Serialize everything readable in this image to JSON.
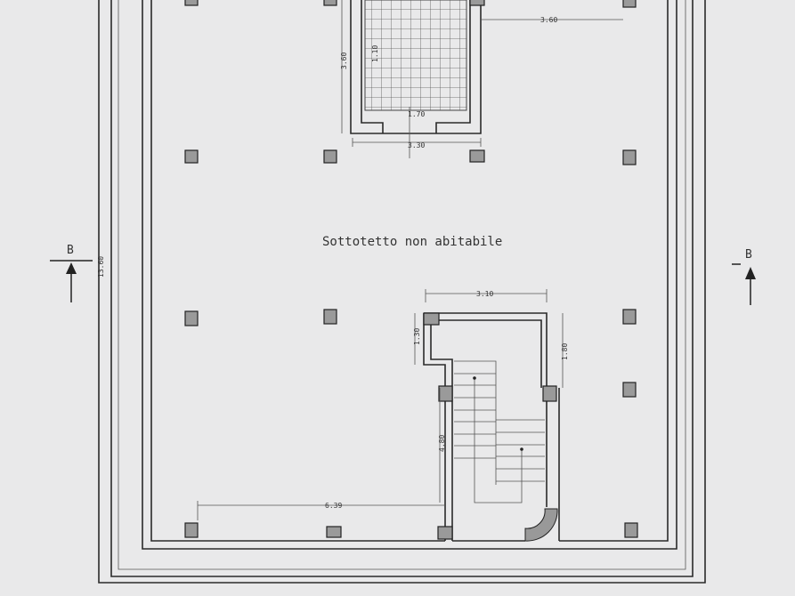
{
  "room_label": "Sottotetto non abitabile",
  "section_marker": "B",
  "dimensions": {
    "top_right": "3.60",
    "shaft_height": "3.60",
    "shaft_inner": "1.10",
    "shaft_width": "3.30",
    "shaft_bottom": "1.70",
    "overall_height": "13.60",
    "stair_width": "3.10",
    "stair_left_top": "1.30",
    "stair_right": "1.80",
    "stair_left": "4.80",
    "bottom_left": "6.39"
  }
}
